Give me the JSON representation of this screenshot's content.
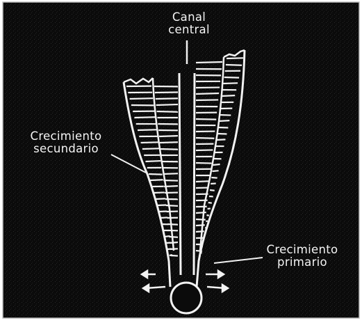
{
  "labels": {
    "canal_central": [
      "Canal",
      "central"
    ],
    "crecimiento_secundario": [
      "Crecimiento",
      "secundario"
    ],
    "crecimiento_primario": [
      "Crecimiento",
      "primario"
    ]
  },
  "colors": {
    "background": "#0b0b0b",
    "frame": "#bdbdbd",
    "lines": "#f2f2f2"
  }
}
